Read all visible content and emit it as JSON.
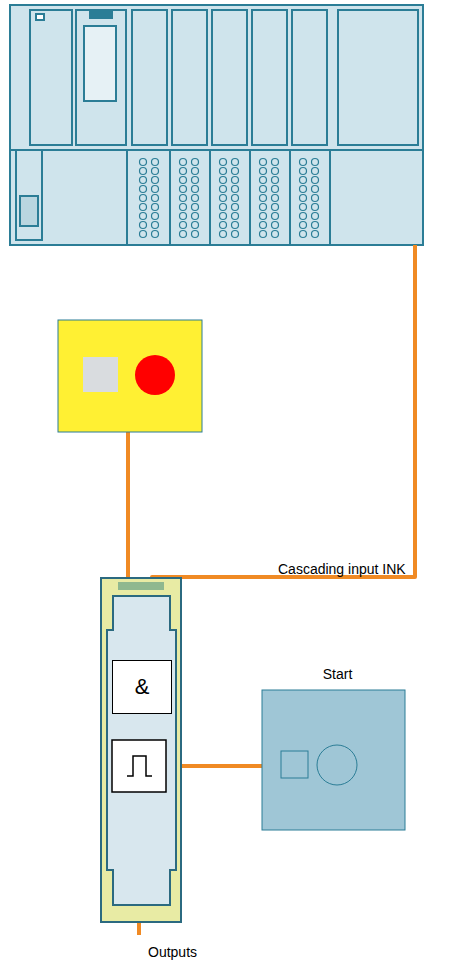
{
  "diagram": {
    "nodes": [
      {
        "text": [
          "&"
        ]
      },
      {
        "text": [
          "Start"
        ]
      }
    ],
    "labels": [
      "Cascading input INK",
      "Outputs"
    ]
  }
}
